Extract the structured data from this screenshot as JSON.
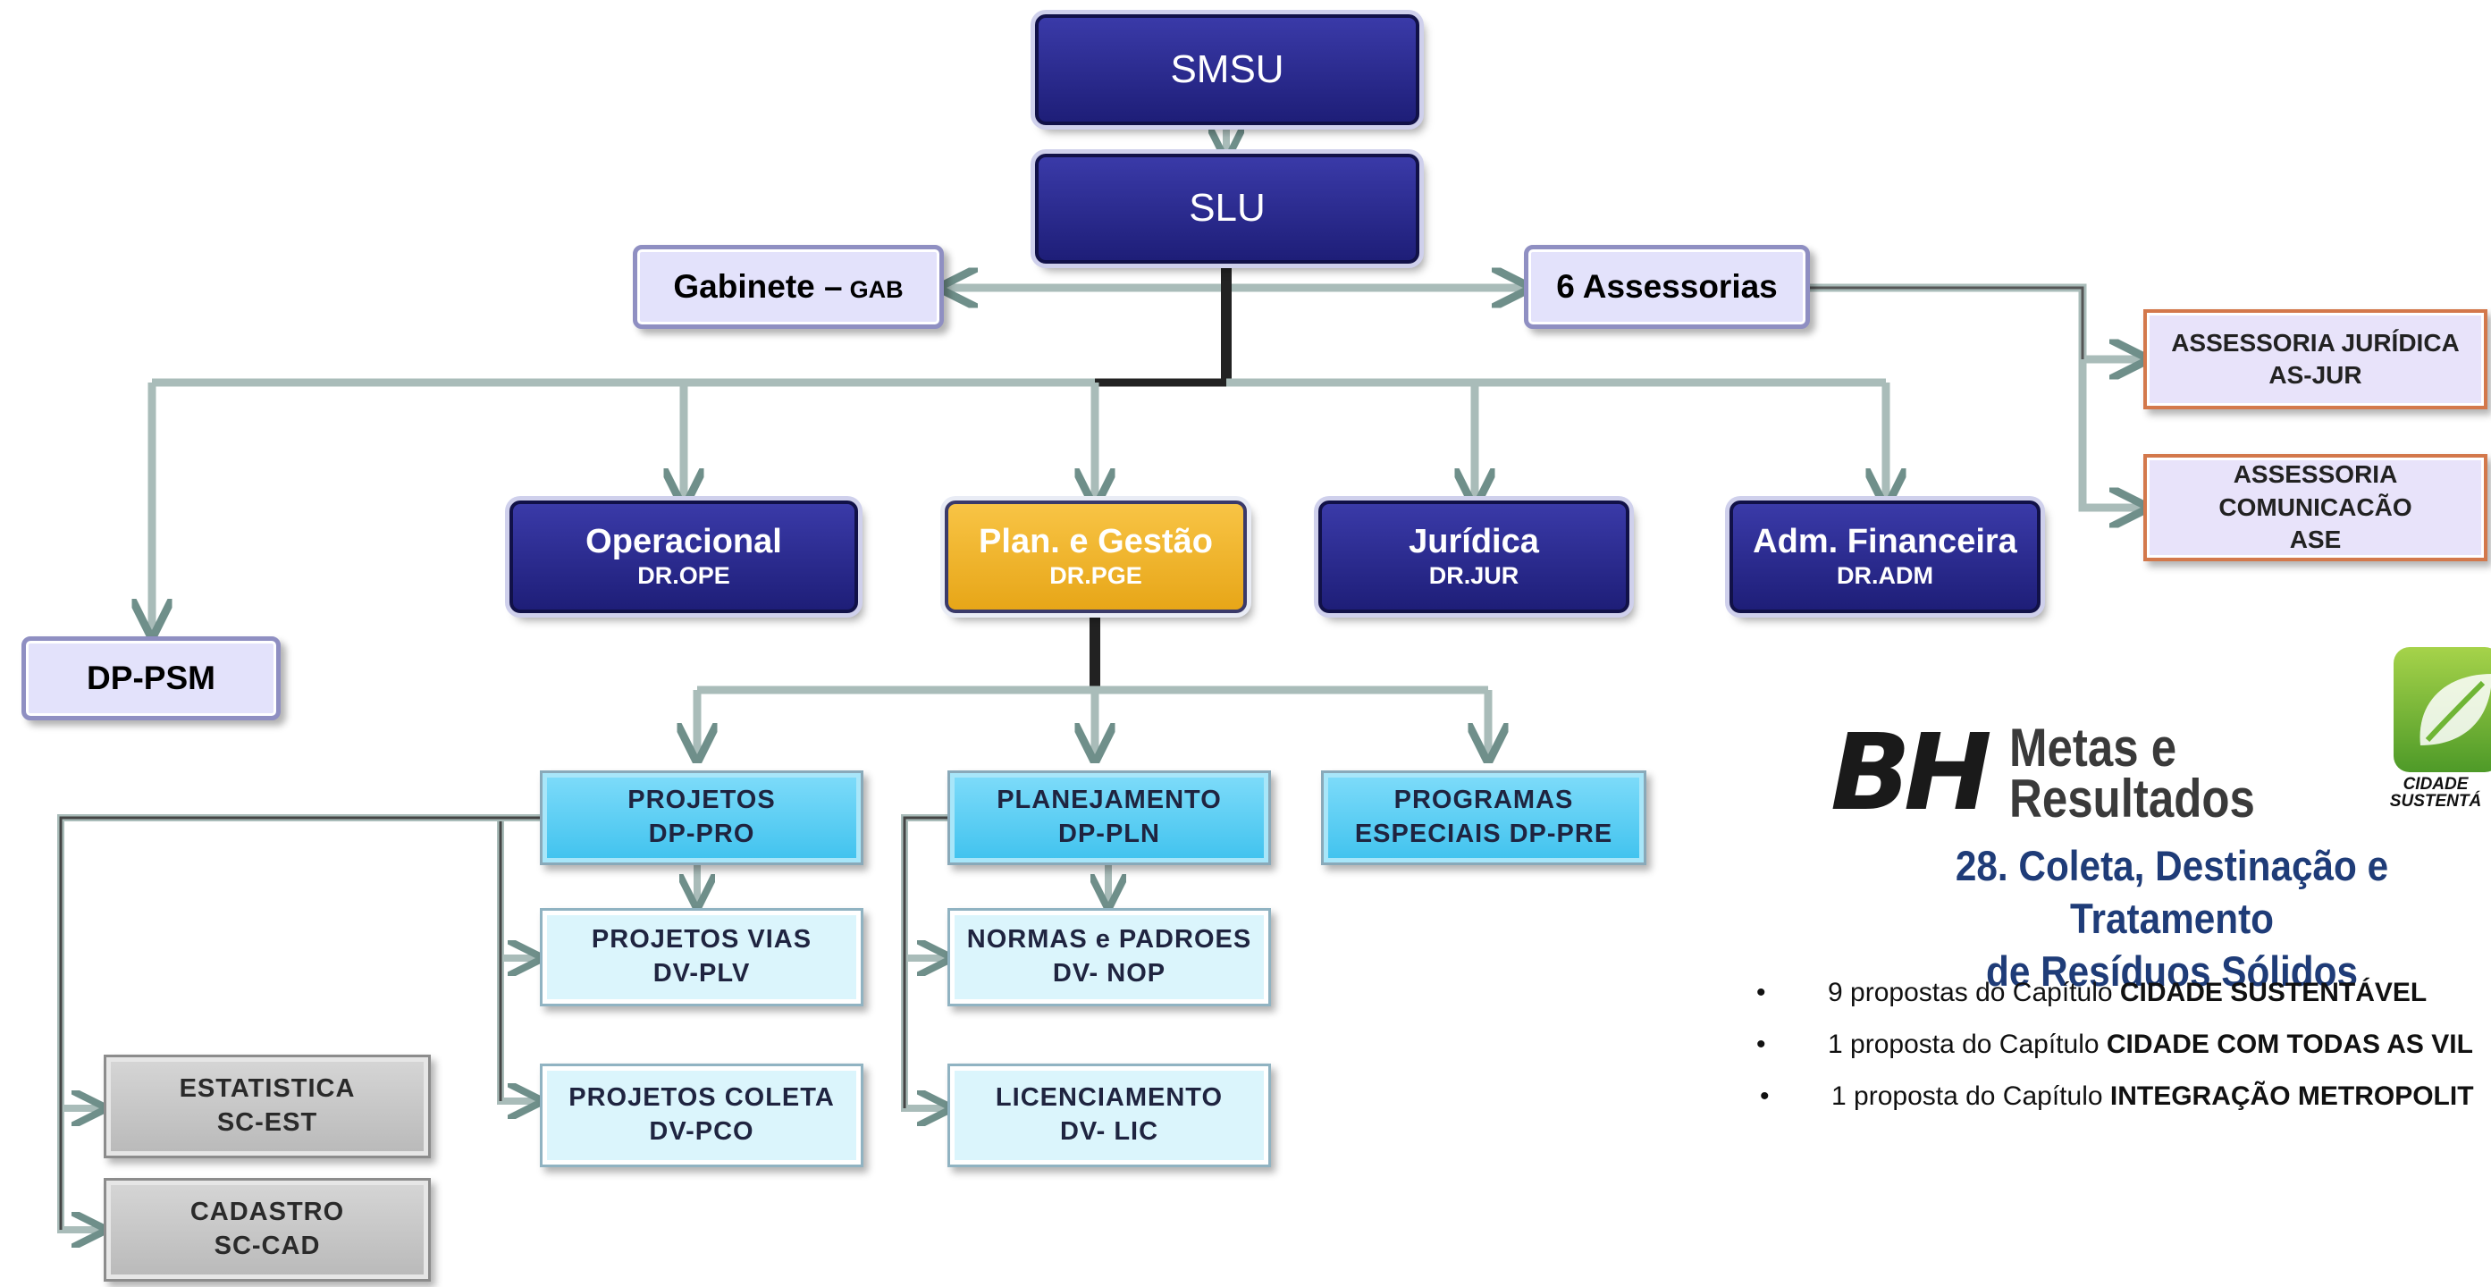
{
  "nodes": {
    "smsu": "SMSU",
    "slu": "SLU",
    "gabinete": {
      "title": "Gabinete –",
      "code": "GAB"
    },
    "assessorias": "6 Assessorias",
    "assessoria_juridica": [
      "ASSESSORIA JURÍDICA",
      "AS-JUR"
    ],
    "assessoria_comunicacao": [
      "ASSESSORIA",
      "COMUNICACÃO",
      "ASE"
    ],
    "operacional": {
      "title": "Operacional",
      "code": "DR.OPE"
    },
    "plan_gestao": {
      "title": "Plan. e Gestão",
      "code": "DR.PGE"
    },
    "juridica": {
      "title": "Jurídica",
      "code": "DR.JUR"
    },
    "adm_financeira": {
      "title": "Adm. Financeira",
      "code": "DR.ADM"
    },
    "dp_psm": "DP-PSM",
    "projetos": [
      "PROJETOS",
      "DP-PRO"
    ],
    "planejamento": [
      "PLANEJAMENTO",
      "DP-PLN"
    ],
    "programas": [
      "PROGRAMAS",
      "ESPECIAIS DP-PRE"
    ],
    "projetos_vias": [
      "PROJETOS VIAS",
      "DV-PLV"
    ],
    "normas": [
      "NORMAS e PADROES",
      "DV- NOP"
    ],
    "projetos_coleta": [
      "PROJETOS COLETA",
      "DV-PCO"
    ],
    "licenciamento": [
      "LICENCIAMENTO",
      "DV- LIC"
    ],
    "estatistica": [
      "ESTATISTICA",
      "SC-EST"
    ],
    "cadastro": [
      "CADASTRO",
      "SC-CAD"
    ]
  },
  "logos": {
    "bh_letters": "BH",
    "bh_line1": "Metas e",
    "bh_line2": "Resultados",
    "cidade_line1": "CIDADE",
    "cidade_line2": "SUSTENTÁ"
  },
  "heading": [
    "28. Coleta, Destinação e Tratamento",
    "de Resíduos Sólidos"
  ],
  "bullets": [
    {
      "marker": "•",
      "prefix": "9  propostas do Capítulo ",
      "bold": "CIDADE SUSTENTÁVEL"
    },
    {
      "marker": "•",
      "prefix": "1 proposta  do Capítulo ",
      "bold": "CIDADE COM TODAS AS VIL"
    },
    {
      "marker": "•",
      "prefix": "1 proposta  do Capítulo ",
      "bold": "INTEGRAÇÃO METROPOLIT"
    }
  ],
  "colors": {
    "dark_box": "#2a2a90",
    "gold_box": "#f2b733",
    "lavender_box": "#e3e2fb",
    "cyan_box": "#4cc8f1",
    "pale_box": "#dbf5fc",
    "gray_box": "#c4c4c4",
    "heading": "#1f3c78",
    "connector": "#8fa6a3"
  }
}
